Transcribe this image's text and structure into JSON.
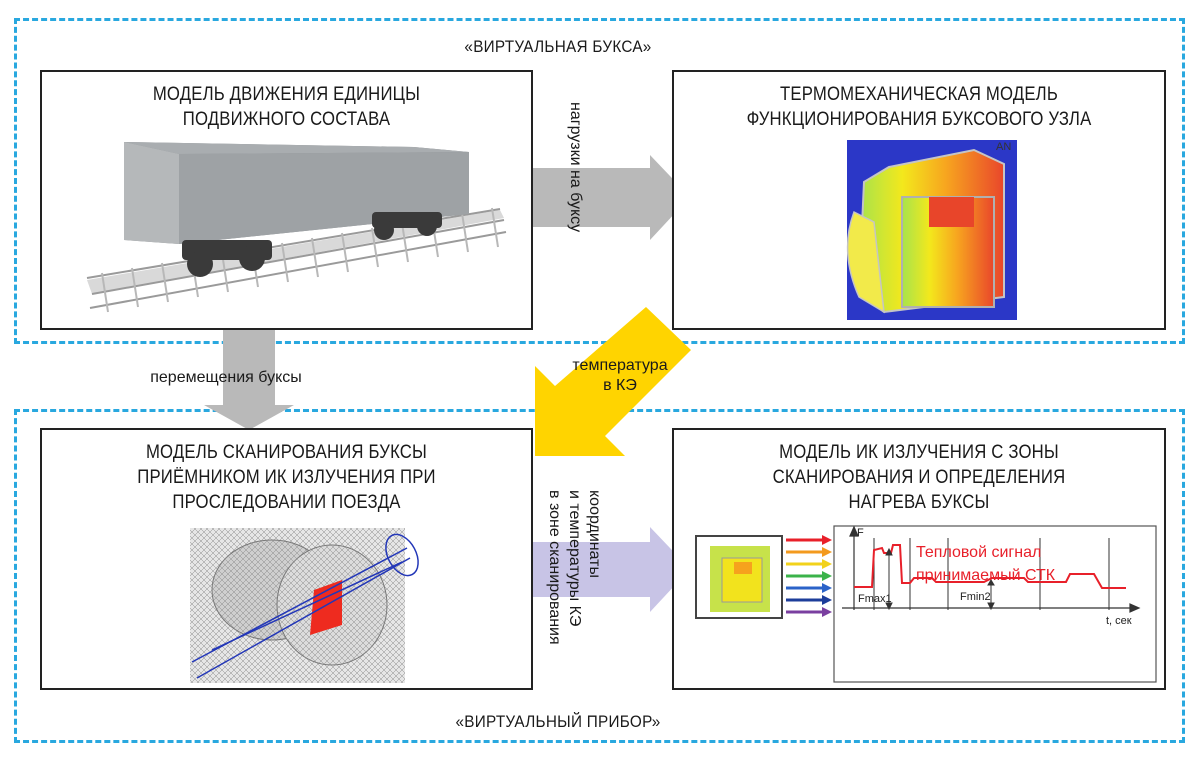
{
  "groups": {
    "top": "«ВИРТУАЛЬНАЯ БУКСА»",
    "bottom": "«ВИРТУАЛЬНЫЙ ПРИБОР»"
  },
  "boxes": {
    "motion": [
      "МОДЕЛЬ ДВИЖЕНИЯ ЕДИНИЦЫ",
      "ПОДВИЖНОГО СОСТАВА"
    ],
    "thermo": [
      "ТЕРМОМЕХАНИЧЕСКАЯ МОДЕЛЬ",
      "ФУНКЦИОНИРОВАНИЯ БУКСОВОГО УЗЛА"
    ],
    "scan": [
      "МОДЕЛЬ СКАНИРОВАНИЯ БУКСЫ",
      "ПРИЁМНИКОМ ИК ИЗЛУЧЕНИЯ ПРИ",
      "ПРОСЛЕДОВАНИИ ПОЕЗДА"
    ],
    "ir": [
      "МОДЕЛЬ ИК ИЗЛУЧЕНИЯ С ЗОНЫ",
      "СКАНИРОВАНИЯ И ОПРЕДЕЛЕНИЯ",
      "НАГРЕВА БУКСЫ"
    ]
  },
  "arrows": {
    "loads": "нагрузки на буксу",
    "displacement": "перемещения буксы",
    "temperature": [
      "температура",
      "в КЭ"
    ],
    "coords": [
      "координаты",
      "и температуры КЭ",
      "в зоне сканирования"
    ]
  },
  "signal_plot": {
    "y_label": "F",
    "x_label": "t, сек",
    "title_lines": [
      "Тепловой сигнал",
      "принимаемый СТК"
    ],
    "fmax_label": "Fmax1",
    "fmin_label": "Fmin2",
    "line_color": "#e8202a",
    "ray_colors": [
      "#e8202a",
      "#f39a1e",
      "#f2d21b",
      "#3bb34a",
      "#2b63c8",
      "#1d3d9a",
      "#7a3fa0"
    ]
  },
  "colors": {
    "dashed_border": "#29a8df",
    "gray_arrow": "#b9b9b9",
    "yellow_arrow": "#ffd400",
    "lavender_arrow": "#c8c4e6"
  }
}
